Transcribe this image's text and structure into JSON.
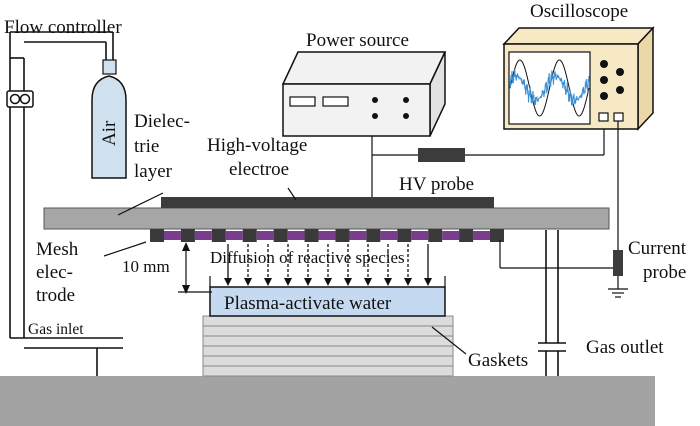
{
  "labels": {
    "flow_controller": "Flow controller",
    "air": "Air",
    "dielectric_line1": "Dielec-",
    "dielectric_line2": "trie",
    "dielectric_line3": "layer",
    "power_source": "Power source",
    "oscilloscope": "Oscilloscope",
    "hv_electrode_line1": "High-voltage",
    "hv_electrode_line2": "electroe",
    "hv_probe": "HV probe",
    "mesh_line1": "Mesh",
    "mesh_line2": "elec-",
    "mesh_line3": "trode",
    "gap": "10 mm",
    "diffusion": "Diffusion of reactive species",
    "current_probe_line1": "Current",
    "current_probe_line2": "probe",
    "gas_inlet": "Gas inlet",
    "pav": "Plasma-activate water",
    "gaskets": "Gaskets",
    "gas_outlet": "Gas outlet"
  },
  "colors": {
    "plate": "#a6a6a6",
    "hv_electrode": "#3c3c3c",
    "mesh_square": "#3a3a3a",
    "plasma": "#7a3c8c",
    "water": "#c5daf0",
    "gasket": "#dcdcdc",
    "instrument": "#f2f2f2",
    "osc_case": "#f6e9c4",
    "osc_screen": "#ffffff",
    "waveform": "#3b8fd4",
    "ground": "#a3a3a3",
    "cylinder": "#cfe0ef"
  }
}
